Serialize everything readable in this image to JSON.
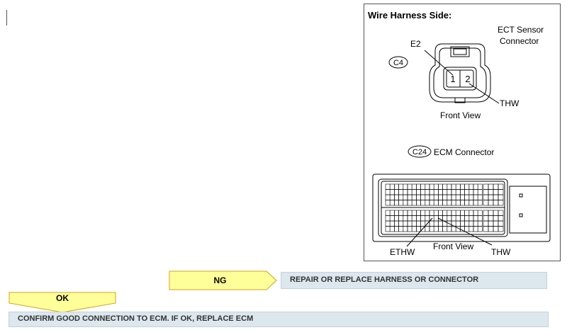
{
  "diagram": {
    "heading": "Wire Harness Side:",
    "ect": {
      "connector_id": "C4",
      "name_line1": "ECT Sensor",
      "name_line2": "Connector",
      "pin_e2": "E2",
      "pin_1": "1",
      "pin_2": "2",
      "pin_thw": "THW",
      "view": "Front View"
    },
    "ecm": {
      "connector_id": "C24",
      "name": "ECM Connector",
      "pin_ethw": "ETHW",
      "pin_thw": "THW",
      "view": "Front View"
    }
  },
  "flow": {
    "ng_label": "NG",
    "ng_action": "REPAIR OR REPLACE HARNESS OR CONNECTOR",
    "ok_label": "OK",
    "ok_action": "CONFIRM GOOD CONNECTION TO ECM. IF OK, REPLACE ECM"
  },
  "colors": {
    "arrow_fill": "#ffff99",
    "arrow_border": "#d4a21a",
    "bar_fill": "#dce7ee"
  }
}
